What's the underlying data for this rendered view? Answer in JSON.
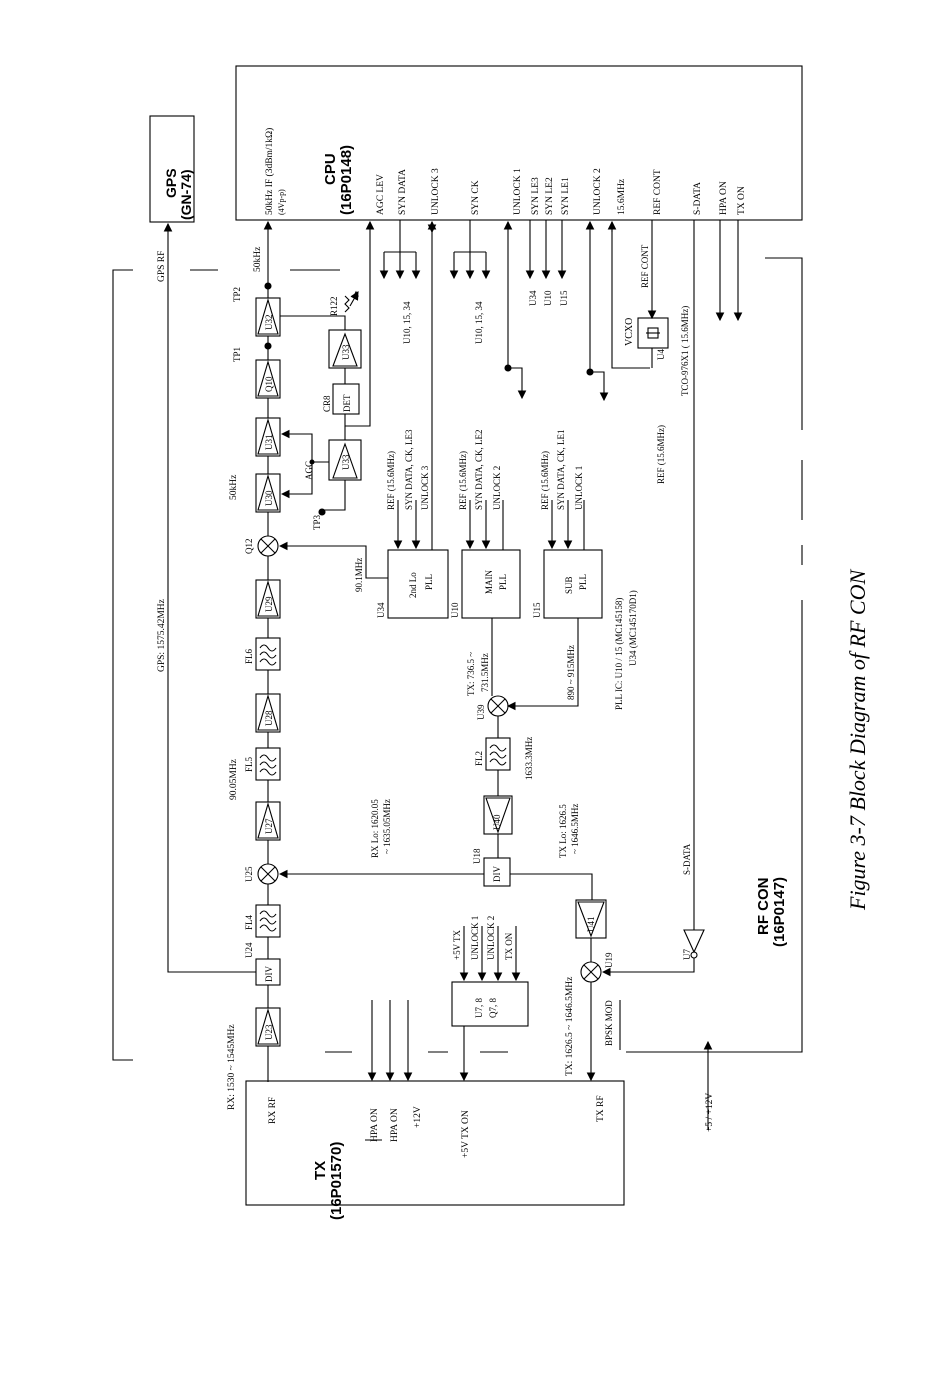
{
  "caption": "Figure 3-7    Block Diagram of RF CON",
  "units": {
    "cpu": {
      "title": "CPU",
      "code": "(16P0148)"
    },
    "gps": {
      "title": "GPS",
      "code": "(GN-74)"
    },
    "tx": {
      "title": "TX",
      "code": "(16P01570)"
    },
    "rfcon": {
      "title": "RF CON",
      "code": "(16P0147)"
    }
  },
  "cpu_ports": [
    "50kHz IF (3dBm/1kΩ)",
    "(4Vp-p)",
    "AGC LEV",
    "SYN DATA",
    "UNLOCK 3",
    "SYN CK",
    "UNLOCK 1",
    "SYN LE3",
    "SYN LE2",
    "SYN LE1",
    "UNLOCK 2",
    "15.6MHz",
    "REF CONT",
    "S-DATA",
    "HPA ON",
    "TX ON"
  ],
  "tx_ports": [
    "RX RF",
    "HPA ON",
    "HPA ON",
    "+12V",
    "+5V TX ON",
    "TX RF"
  ],
  "blocks": {
    "u23": "U23",
    "u24": "DIV",
    "u24_ref": "U24",
    "fl4": "FL4",
    "u25": "U25",
    "u27": "U27",
    "fl5": "FL5",
    "u28": "U28",
    "fl6": "FL6",
    "u29": "U29",
    "q12": "Q12",
    "u30": "U30",
    "u31": "U31",
    "q10": "Q10",
    "u32": "U32",
    "u33a": "U33",
    "u33b": "U33",
    "cr8": "CR8",
    "det": "DET",
    "r122": "R122",
    "tp1": "TP1",
    "tp2": "TP2",
    "tp3": "TP3",
    "u18": "U18",
    "div2": "DIV",
    "u40": "U40",
    "fl2": "FL2",
    "u39": "U39",
    "u41": "U41",
    "u19": "U19",
    "u7": "U7",
    "u34": "U34",
    "u10": "U10",
    "u15": "U15",
    "pll2": [
      "2nd Lo",
      "PLL"
    ],
    "pllmain": [
      "MAIN",
      "PLL"
    ],
    "pllsub": [
      "SUB",
      "PLL"
    ],
    "u78": [
      "U7, 8",
      "Q7, 8"
    ],
    "vcxo": "VCXO",
    "u4": "U4",
    "tco": "TCO-976X1 ( 15.6MHz)"
  },
  "labels": {
    "gps_rf": "GPS RF",
    "gps_freq": "GPS: 1575.42MHz",
    "khz50_top": "50kHz",
    "khz50_mid": "50kHz",
    "agc": "AGC",
    "mhz90_1": "90.1MHz",
    "mhz90_05": "90.05MHz",
    "rx_lo": [
      "RX Lo: 1620.05",
      "~ 1635.05MHz"
    ],
    "tx_lo": [
      "TX Lo: 1626.5",
      "~ 1646.5MHz"
    ],
    "rx": "RX: 1530 ~ 1545MHz",
    "tx_out": "TX: 1626.5 ~ 1646.5MHz",
    "tx_main": [
      "TX: 736.5 ~",
      "731.5MHz"
    ],
    "mhz1633": "1633.3MHz",
    "mhz890": "890 ~ 915MHz",
    "pll_ic": [
      "PLL IC:  U10 / 15  (MC145158)",
      "U34  (MC145170D1)"
    ],
    "u10_15_34_a": "U10, 15, 34",
    "u10_15_34_b": "U10, 15, 34",
    "u34_list": [
      "U34",
      "U10",
      "U15"
    ],
    "ref_cont2": "REF CONT",
    "ref_156": "REF (15.6MHz)",
    "pll2_in": [
      "REF (15.6MHz)",
      "SYN DATA, CK, LE3",
      "UNLOCK 3"
    ],
    "main_in": [
      "REF (15.6MHz)",
      "SYN DATA, CK, LE2",
      "UNLOCK 2"
    ],
    "sub_in": [
      "REF (15.6MHz)",
      "SYN DATA, CK, LE1",
      "UNLOCK 1"
    ],
    "u78_in": [
      "+5V TX",
      "UNLOCK 1",
      "UNLOCK 2",
      "TX ON"
    ],
    "bpsk": "BPSK MOD",
    "s_data": "S-DATA",
    "supply": "+5 / +12V"
  }
}
